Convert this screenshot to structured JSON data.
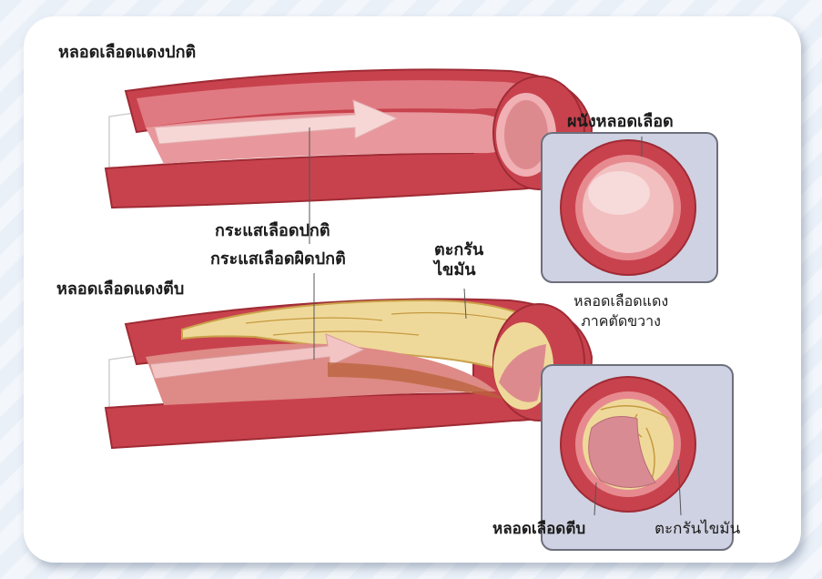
{
  "labels": {
    "normal_artery": "หลอดเลือดแดงปกติ",
    "vessel_wall": "ผนังหลอดเลือด",
    "normal_flow": "กระแสเลือดปกติ",
    "abnormal_flow": "กระแสเลือดผิดปกติ",
    "plaque": "ตะกรัน\nไขมัน",
    "narrowed_artery": "หลอดเลือดแดงตีบ",
    "cross_section": "หลอดเลือดแดง\nภาคตัดขวาง",
    "narrowed_vessel": "หลอดเลือดตีบ",
    "plaque_fat": "ตะกรันไขมัน"
  },
  "colors": {
    "vessel_outer": "#c8424d",
    "vessel_inner": "#e88a8a",
    "lumen": "#f2c0c0",
    "plaque": "#efd99a",
    "panel_bg": "#cfd2e2",
    "arrow": "#f7d6d6"
  }
}
